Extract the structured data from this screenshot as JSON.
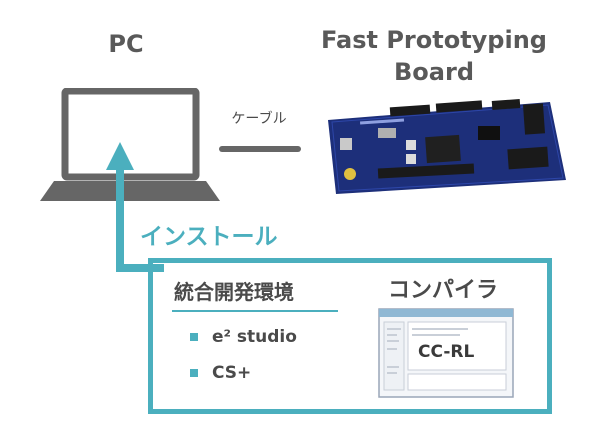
{
  "pc": {
    "label": "PC"
  },
  "board": {
    "label_line1": "Fast Prototyping",
    "label_line2": "Board"
  },
  "cable": {
    "label": "ケーブル"
  },
  "install": {
    "label": "インストール"
  },
  "software": {
    "ide_heading": "統合開発環境",
    "ide_items": [
      {
        "label": "e² studio"
      },
      {
        "label": "CS+"
      }
    ],
    "compiler_heading": "コンパイラ",
    "compiler_name": "CC-RL"
  },
  "colors": {
    "accent": "#4bafbe",
    "text": "#4a4a4a",
    "laptop": "#666666",
    "board_pcb": "#1d2f7a"
  },
  "icons": {
    "pc": "laptop-icon",
    "board": "circuit-board-image",
    "arrow": "arrow-up-icon",
    "compiler": "app-window-icon"
  }
}
